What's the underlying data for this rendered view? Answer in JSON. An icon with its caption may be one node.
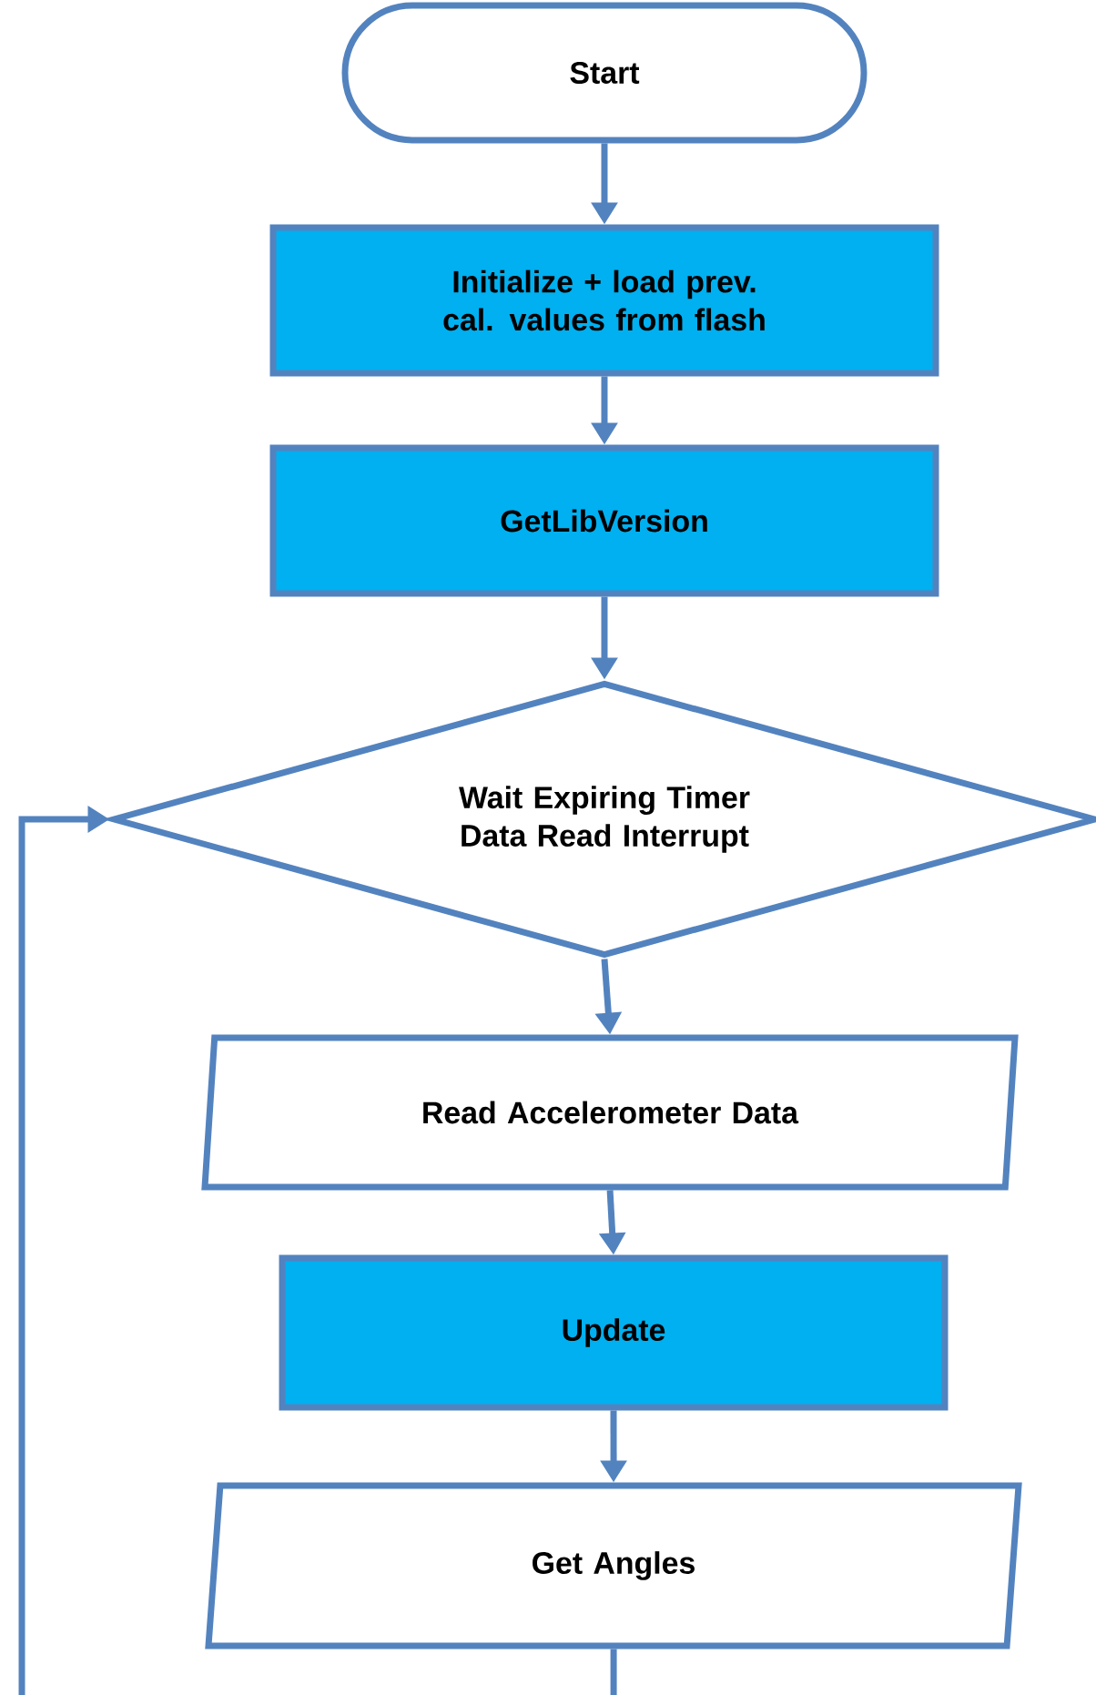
{
  "diagram": {
    "nodes": [
      {
        "text": [
          "Start"
        ]
      },
      {
        "text": [
          "Initialize + load prev. cal. values from flash"
        ]
      },
      {
        "text": [
          "GetLibVersion"
        ]
      },
      {
        "text": [
          "Wait Expiring Timer Data Read Interrupt"
        ]
      },
      {
        "text": [
          "Read Accelerometer Data"
        ]
      },
      {
        "text": [
          "Update"
        ]
      },
      {
        "text": [
          "Get Angles"
        ]
      }
    ],
    "edges": [
      {
        "from": 0,
        "to": 1,
        "arrow": "to"
      },
      {
        "from": 1,
        "to": 2,
        "arrow": "to"
      },
      {
        "from": 2,
        "to": 3,
        "arrow": "to"
      },
      {
        "from": 3,
        "to": 4,
        "arrow": "to"
      },
      {
        "from": 4,
        "to": 5,
        "arrow": "to"
      },
      {
        "from": 5,
        "to": 6,
        "arrow": "to"
      },
      {
        "from": 6,
        "to": 3,
        "arrow": "to"
      }
    ]
  }
}
